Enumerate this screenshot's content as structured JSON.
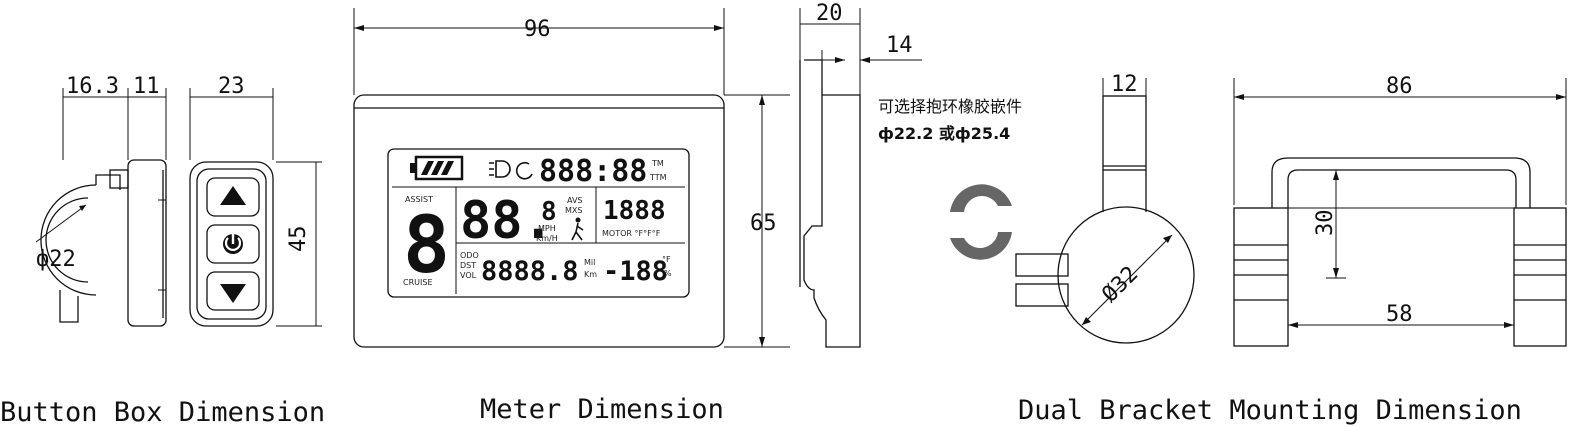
{
  "captions": {
    "button_box": "Button Box Dimension",
    "meter": "Meter Dimension",
    "bracket": "Dual Bracket Mounting Dimension"
  },
  "button_box": {
    "dim_clamp_width": "16.3",
    "dim_body_width": "11",
    "dim_face_width": "23",
    "dim_height": "45",
    "dim_clamp_diameter": "ф22"
  },
  "meter": {
    "dim_width": "96",
    "dim_height": "65",
    "dim_depth": "20",
    "dim_depth_inner": "14",
    "note_line1": "可选择抱环橡胶嵌件",
    "note_line2": "ф22.2 或ф25.4",
    "lcd": {
      "time_digits": "888:88",
      "tm_label": "TM",
      "ttm_label": "TTM",
      "assist_label": "ASSIST",
      "assist_digit": "8",
      "cruise_label": "CRUISE",
      "speed_digits": "88.",
      "small_digit": "8",
      "avs_label": "AVS",
      "mxs_label": "MXS",
      "mph_label": "MPH",
      "kmh_label": "Km/H",
      "power_digits": "1888",
      "motor_label": "MOTOR °F°F°F",
      "odo_label": "ODO",
      "dst_label": "DST",
      "vol_label": "VOL",
      "trip_digits": "8888.8",
      "mil_label": "Mil",
      "km_label": "Km",
      "temp_digits": "-188",
      "deg_label": "°F",
      "pct_label": "%"
    }
  },
  "bracket": {
    "dim_width": "12",
    "dim_diameter": "Ø32",
    "dim_total_width": "86",
    "dim_height": "30",
    "dim_inner_width": "58"
  }
}
